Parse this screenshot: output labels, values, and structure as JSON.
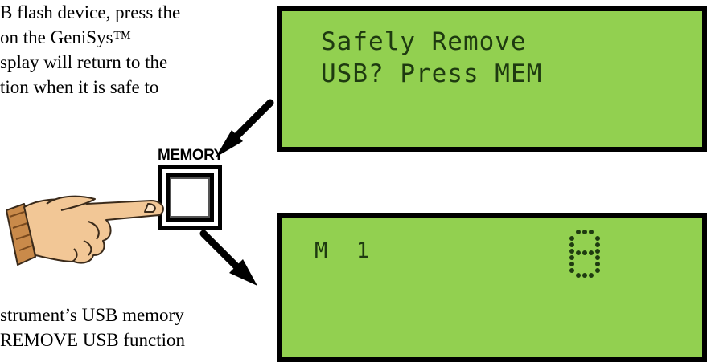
{
  "text_top": [
    "B flash device, press the",
    "on      the      GeniSys™",
    "splay will return to the",
    "tion when it is safe to"
  ],
  "text_bottom": [
    "strument’s USB memory",
    "REMOVE USB function"
  ],
  "lcd_top": {
    "line1": "Safely Remove",
    "line2": "USB? Press MEM"
  },
  "lcd_bottom": {
    "memory_indicator": "M  1",
    "digit": "0"
  },
  "button": {
    "label": "MEMORY"
  },
  "colors": {
    "lcd_background": "#92d050",
    "lcd_border": "#000000",
    "lcd_text": "#1e3a10"
  },
  "icons": [
    "hand-pointing-icon",
    "arrow-down-left-icon",
    "arrow-down-right-icon"
  ]
}
